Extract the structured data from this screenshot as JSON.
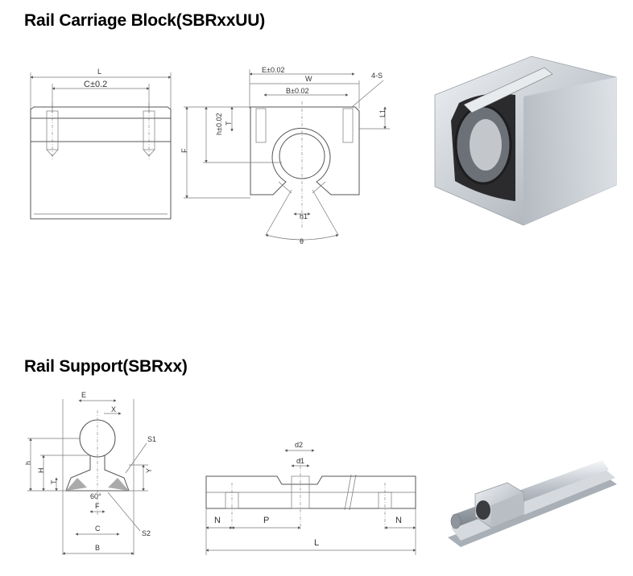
{
  "sections": {
    "carriage": {
      "title": "Rail Carriage Block(SBRxxUU)"
    },
    "support": {
      "title": "Rail Support(SBRxx)"
    }
  },
  "carriage_side": {
    "L": "L",
    "C": "C±0.2"
  },
  "carriage_front": {
    "E": "E±0.02",
    "W": "W",
    "B": "B±0.02",
    "S": "4-S",
    "T": "T",
    "L1": "L1",
    "h": "h±0.02",
    "F": "F",
    "h1": "h1",
    "theta": "θ"
  },
  "support_end": {
    "E": "E",
    "X": "X",
    "S1": "S1",
    "h": "h",
    "H": "H",
    "T": "T",
    "Y": "Y",
    "angle": "60°",
    "F": "F",
    "C": "C",
    "S2": "S2",
    "B": "B"
  },
  "support_side": {
    "d2": "d2",
    "d1": "d1",
    "N_left": "N",
    "P": "P",
    "N_right": "N",
    "L": "L"
  },
  "colors": {
    "heading": "#000000",
    "lines": "#555555",
    "metal": "#c9ced4"
  }
}
